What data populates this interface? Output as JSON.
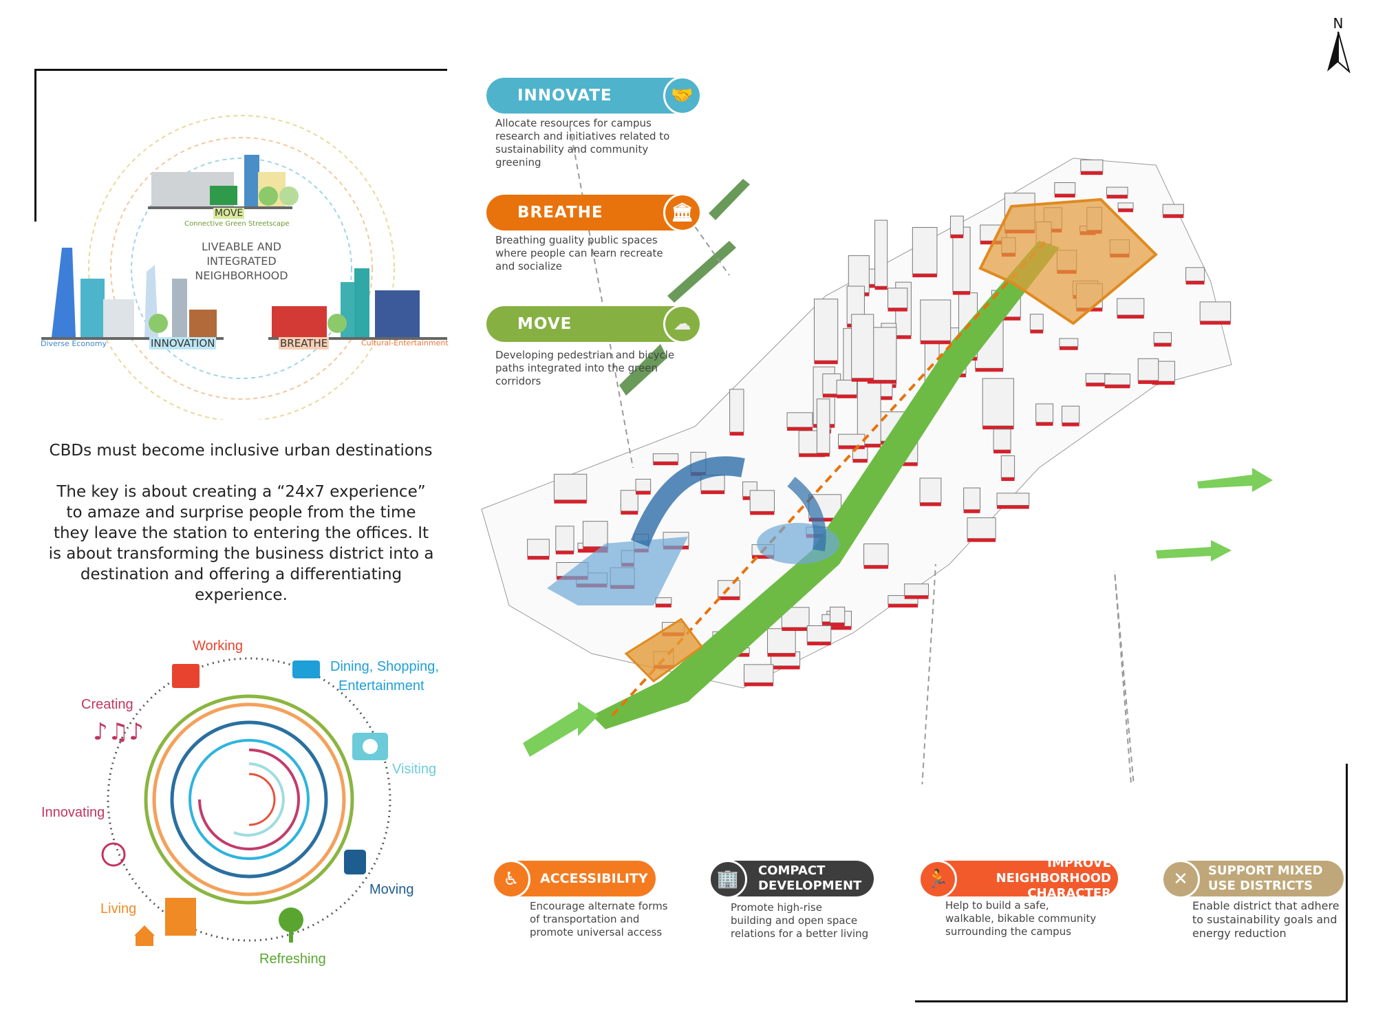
{
  "north_label": "N",
  "neighborhood_diagram": {
    "center_title": [
      "LIVEABLE AND",
      "INTEGRATED",
      "NEIGHBORHOOD"
    ],
    "move_label": "MOVE",
    "move_sub": "Connective Green Streetscape",
    "innovation_label": "INNOVATION",
    "diverse_label": "Diverse Economy",
    "breathe_label": "BREATHE",
    "cultural_label": "Cultural-Entertainment"
  },
  "statement": {
    "headline": "CBDs must become inclusive urban destinations",
    "body": "The key is about creating a “24x7 experience” to amaze and surprise people from the time they leave the station to entering the offices. It is about transforming the business district into a destination and offering a differentiating experience."
  },
  "activity_cycle": {
    "items": [
      {
        "label": "Working",
        "color": "#e8432e",
        "icon": "briefcase-icon"
      },
      {
        "label": "Dining, Shopping,",
        "label2": "Entertainment",
        "color": "#1e9fd8",
        "icon": "cup-icon"
      },
      {
        "label": "Visiting",
        "color": "#6ccbd9",
        "icon": "camera-icon"
      },
      {
        "label": "Moving",
        "color": "#1d5d8f",
        "icon": "bus-icon"
      },
      {
        "label": "Refreshing",
        "color": "#5aa530",
        "icon": "tree-icon"
      },
      {
        "label": "Living",
        "color": "#f08a24",
        "icon": "house-icon"
      },
      {
        "label": "Innovating",
        "color": "#c0355e",
        "icon": "lightbulb-icon"
      },
      {
        "label": "Creating",
        "color": "#c0355e",
        "icon": "music-icon"
      }
    ]
  },
  "strategies_top": [
    {
      "title": "INNOVATE",
      "color": "#4fb3cc",
      "icon": "handshake-icon",
      "desc": [
        "Allocate resources for campus",
        "research and initiatives related to",
        "sustainability and community",
        "greening"
      ]
    },
    {
      "title": "BREATHE",
      "color": "#e8730c",
      "icon": "museum-icon",
      "desc": [
        "Breathing guality public spaces",
        "where people can learn recreate",
        "and socialize"
      ]
    },
    {
      "title": "MOVE",
      "color": "#87b043",
      "icon": "trees-icon",
      "desc": [
        "Developing pedestrian and bicycle",
        "paths integrated into the green",
        "corridors"
      ]
    }
  ],
  "strategies_bottom": [
    {
      "title": [
        "ACCESSIBILITY"
      ],
      "color": "#f47a20",
      "icon": "wheelchair-icon",
      "desc": [
        "Encourage alternate forms",
        "of transportation and",
        "promote universal access"
      ]
    },
    {
      "title": [
        "COMPACT",
        "DEVELOPMENT"
      ],
      "color": "#3d3d3d",
      "icon": "buildings-icon",
      "desc": [
        "Promote high-rise",
        "building and open space",
        "relations for a better living"
      ]
    },
    {
      "title": [
        "IMPROVE NEIGHBORHOOD",
        "CHARACTER"
      ],
      "color": "#f25a2c",
      "icon": "runner-icon",
      "desc": [
        "Help to build a safe,",
        "walkable, bikable community",
        "surrounding the campus"
      ]
    },
    {
      "title": [
        "SUPPORT MIXED",
        "USE DISTRICTS"
      ],
      "color": "#bfa779",
      "icon": "fork-spoon-icon",
      "desc": [
        "Enable district that adhere",
        "to sustainability goals and",
        "energy reduction"
      ]
    }
  ]
}
